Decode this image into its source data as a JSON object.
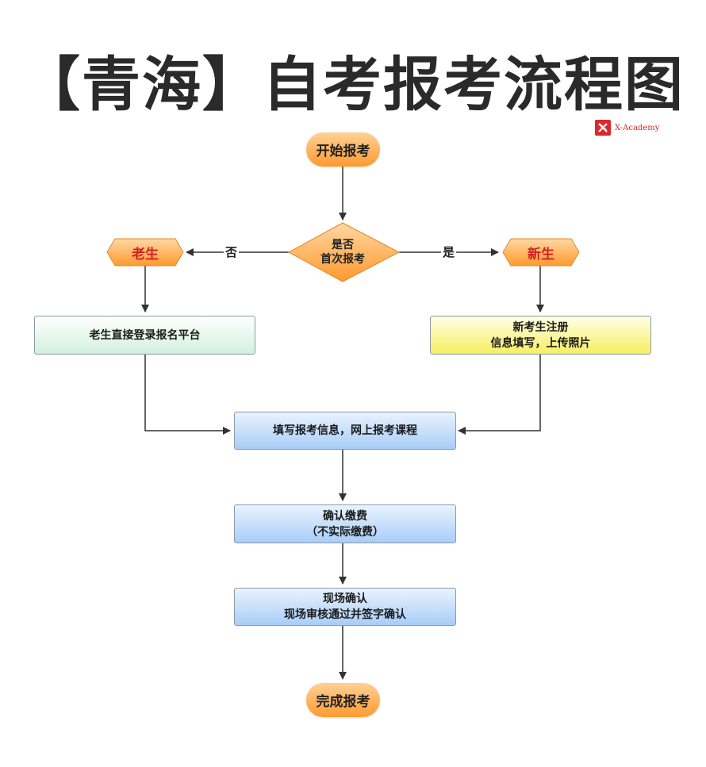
{
  "title": "【青海】自考报考流程图",
  "brand": {
    "name": "X-Academy",
    "logo_color": "#d9292d"
  },
  "nodes": {
    "start": "开始报考",
    "decision": {
      "line1": "是否",
      "line2": "首次报考"
    },
    "old_student": "老生",
    "new_student": "新生",
    "old_login": "老生直接登录报名平台",
    "new_register": {
      "line1": "新考生注册",
      "line2": "信息填写，上传照片"
    },
    "fill_info": "填写报考信息，网上报考课程",
    "confirm_pay": {
      "line1": "确认缴费",
      "line2": "（不实际缴费）"
    },
    "onsite": {
      "line1": "现场确认",
      "line2": "现场审核通过并签字确认"
    },
    "finish": "完成报考"
  },
  "edge_labels": {
    "no": "否",
    "yes": "是"
  },
  "colors": {
    "pill": "#ff9a2e",
    "hex_text": "#d42020",
    "blue_box": "#a9cdf7",
    "green_box": "#d2f0de",
    "yellow_box": "#f7ef62"
  }
}
